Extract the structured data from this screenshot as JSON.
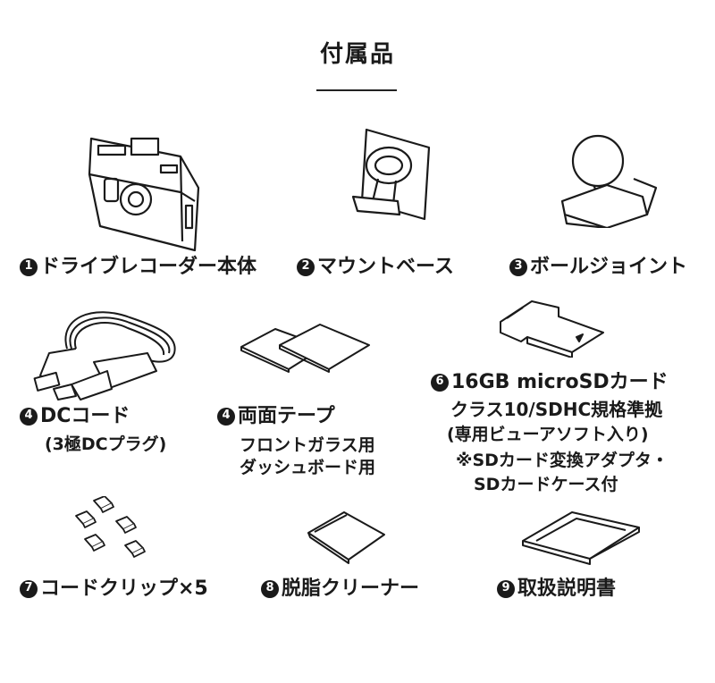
{
  "title": "付属品",
  "items": [
    {
      "num": "1",
      "label": "ドライブレコーダー本体",
      "icon": "dashcam-icon"
    },
    {
      "num": "2",
      "label": "マウントベース",
      "icon": "mount-base-icon"
    },
    {
      "num": "3",
      "label": "ボールジョイント",
      "icon": "ball-joint-icon"
    },
    {
      "num": "4",
      "label": "DCコード",
      "sub": [
        "(3極DCプラグ)"
      ],
      "icon": "dc-cord-icon"
    },
    {
      "num": "4",
      "label": "両面テープ",
      "sub": [
        "フロントガラス用",
        "ダッシュボード用"
      ],
      "icon": "double-sided-tape-icon"
    },
    {
      "num": "6",
      "label": "16GB microSDカード",
      "sub": [
        "クラス10/SDHC規格準拠",
        "(専用ビューアソフト入り)",
        "※SDカード変換アダプタ・",
        "SDカードケース付"
      ],
      "icon": "sd-card-icon"
    },
    {
      "num": "7",
      "label": "コードクリップ×5",
      "icon": "cord-clip-icon"
    },
    {
      "num": "8",
      "label": "脱脂クリーナー",
      "icon": "cleaner-icon"
    },
    {
      "num": "9",
      "label": "取扱説明書",
      "icon": "manual-icon"
    }
  ]
}
